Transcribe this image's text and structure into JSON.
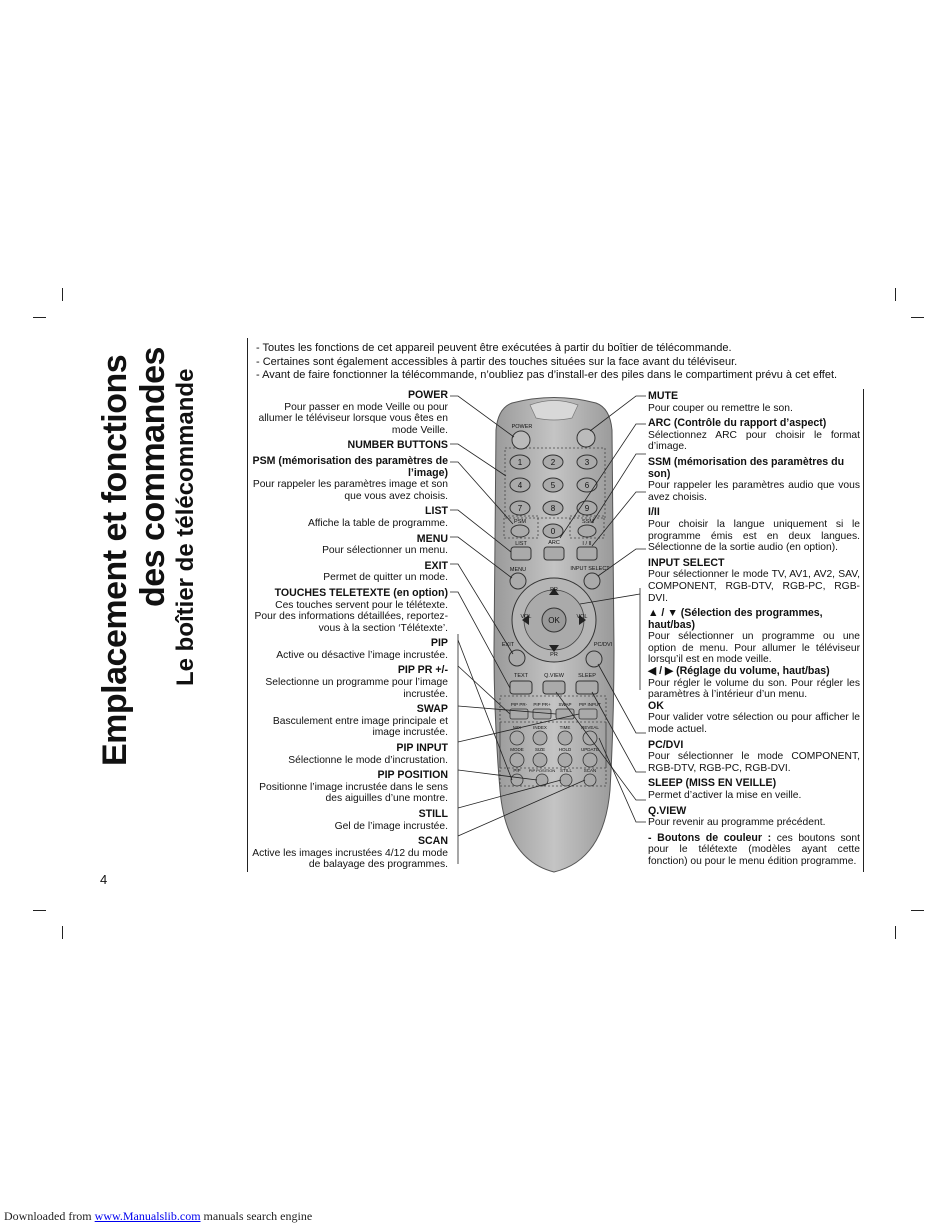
{
  "title": {
    "line1": "Emplacement et fonctions",
    "line2": "des commandes",
    "line3": "Le boîtier de télécommande"
  },
  "intro": [
    "- Toutes les fonctions de cet appareil peuvent être exécutées à partir du boîtier de télécommande.",
    "- Certaines sont également accessibles à partir des touches situées sur la face avant du téléviseur.",
    "- Avant de faire fonctionner la télécommande, n’oubliez pas d’install-er des piles dans le compartiment prévu à cet effet."
  ],
  "left_items": [
    {
      "label": "POWER",
      "desc": "Pour passer en mode Veille ou pour allumer le téléviseur lorsque vous êtes en mode Veille."
    },
    {
      "label": "NUMBER BUTTONS",
      "desc": ""
    },
    {
      "label": "PSM (mémorisation des paramètres de l’image)",
      "desc": "Pour rappeler les paramètres image et son que vous avez choisis."
    },
    {
      "label": "LIST",
      "desc": "Affiche la table de programme."
    },
    {
      "label": "MENU",
      "desc": "Pour sélectionner un menu."
    },
    {
      "label": "EXIT",
      "desc": "Permet de quitter un mode."
    },
    {
      "label": "TOUCHES TELETEXTE (en option)",
      "desc": "Ces touches servent pour le télétexte. Pour des informations détaillées, reportez-vous à la section ‘Télétexte’."
    },
    {
      "label": "PIP",
      "desc": "Active ou désactive l’image incrustée."
    },
    {
      "label": "PIP PR +/-",
      "desc": "Selectionne un programme pour l’image incrustée."
    },
    {
      "label": "SWAP",
      "desc": "Basculement entre image principale et image incrustée."
    },
    {
      "label": "PIP INPUT",
      "desc": "Sélectionne le mode d’incrustation."
    },
    {
      "label": "PIP POSITION",
      "desc": "Positionne l’image incrustée dans le sens des aiguilles d’une montre."
    },
    {
      "label": "STILL",
      "desc": "Gel de l’image incrustée."
    },
    {
      "label": "SCAN",
      "desc": "Active les images incrustées 4/12 du mode de balayage des programmes."
    }
  ],
  "right_items": [
    {
      "label": "MUTE",
      "desc": "Pour couper ou remettre le son."
    },
    {
      "label": "ARC (Contrôle du rapport d’aspect)",
      "desc": "Sélectionnez ARC pour choisir le format d’image."
    },
    {
      "label": "SSM (mémorisation des paramètres du son)",
      "desc": "Pour rappeler les paramètres audio que vous avez choisis."
    },
    {
      "label": "I/II",
      "desc": "Pour choisir la langue uniquement si le programme émis est en deux langues. Sélectionne de la sortie audio (en option)."
    },
    {
      "label": "INPUT SELECT",
      "desc": "Pour sélectionner le mode TV, AV1, AV2, SAV, COMPONENT, RGB-DTV, RGB-PC, RGB-DVI."
    },
    {
      "label": "▲ / ▼ (Sélection des programmes, haut/bas)",
      "desc": "Pour sélectionner un programme ou une option de menu. Pour allumer le téléviseur lorsqu’il est en mode veille."
    },
    {
      "label": "◀ / ▶ (Réglage du volume, haut/bas)",
      "desc": "Pour régler le volume du son. Pour régler les paramètres à l’intérieur d’un menu."
    },
    {
      "label": "OK",
      "desc": "Pour valider votre sélection ou pour afficher le mode actuel."
    },
    {
      "label": "PC/DVI",
      "desc": "Pour sélectionner le mode COMPONENT, RGB-DTV, RGB-PC, RGB-DVI."
    },
    {
      "label": "SLEEP (MISS EN VEILLE)",
      "desc": "Permet d’activer la mise en veille."
    },
    {
      "label": "Q.VIEW",
      "desc": "Pour revenir au programme précédent."
    }
  ],
  "color_note": {
    "label": "- Boutons de couleur :",
    "desc": " ces boutons sont pour le télétexte (modèles ayant cette fonction) ou pour le menu édition programme."
  },
  "remote": {
    "power": "POWER",
    "digits": [
      "1",
      "2",
      "3",
      "4",
      "5",
      "6",
      "7",
      "8",
      "9"
    ],
    "zero": "0",
    "psm": "PSM",
    "ssm": "SSM",
    "arc": "ARC",
    "list": "LIST",
    "i_ii": "I / II",
    "menu": "MENU",
    "input_select": "INPUT SELECT",
    "pr": "PR",
    "vol": "VOL",
    "ok": "OK",
    "exit": "EXIT",
    "pcdvi": "PC/DVI",
    "text": "TEXT",
    "qview": "Q.VIEW",
    "sleep": "SLEEP",
    "pip_row": [
      "PIP PR-",
      "PIP PR+",
      "SWAP",
      "PIP INPUT"
    ],
    "tt_row1": [
      "MIX",
      "INDEX",
      "TIME",
      "REVEAL"
    ],
    "tt_row2": [
      "MODE",
      "SIZE",
      "HOLD",
      "UPDATE"
    ],
    "pip_row2": [
      "PIP",
      "PIP POSITION",
      "STILL",
      "SCAN"
    ]
  },
  "page_number": "4",
  "footer": {
    "prefix": "Downloaded from ",
    "link": "www.Manualslib.com",
    "suffix": " manuals search engine"
  }
}
